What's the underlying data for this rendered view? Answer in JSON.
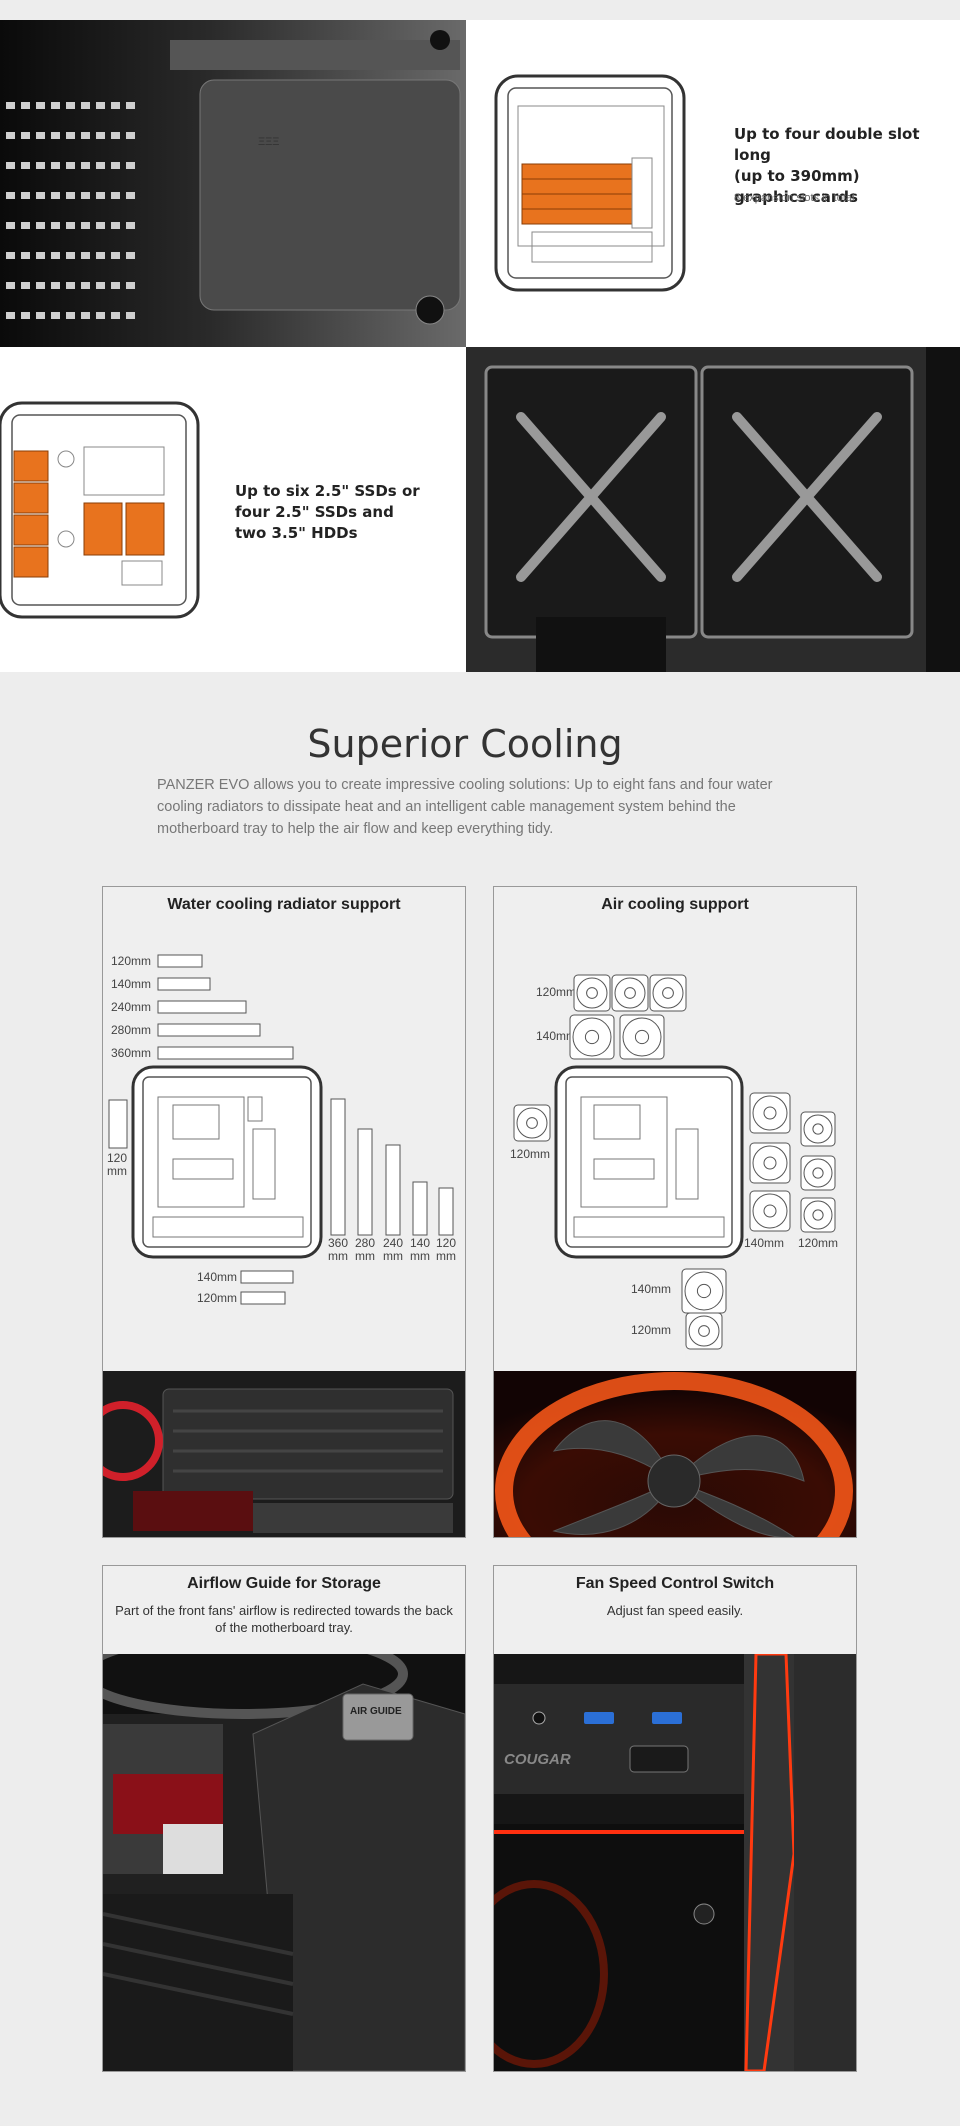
{
  "features": {
    "gpu": {
      "title_lines": [
        "Up to four double slot long",
        "(up to 390mm)",
        "graphics cards"
      ],
      "subtitle": "8 expansion slots in total"
    },
    "storage": {
      "title_lines": [
        "Up to six 2.5\" SSDs or",
        "four 2.5\" SSDs and",
        "two 3.5\" HDDs"
      ]
    }
  },
  "cooling": {
    "title": "Superior Cooling",
    "description": "PANZER EVO allows you to create impressive cooling solutions: Up to eight fans and four water cooling radiators to dissipate heat and an intelligent cable management system behind the motherboard tray to help the air flow and keep everything tidy."
  },
  "water": {
    "title": "Water cooling radiator support",
    "top_labels": [
      "120mm",
      "140mm",
      "240mm",
      "280mm",
      "360mm"
    ],
    "side_label_lines": [
      "120",
      "mm"
    ],
    "vertical_labels": [
      [
        "360",
        "mm"
      ],
      [
        "280",
        "mm"
      ],
      [
        "240",
        "mm"
      ],
      [
        "140",
        "mm"
      ],
      [
        "120",
        "mm"
      ]
    ],
    "bottom_labels": [
      "140mm",
      "120mm"
    ]
  },
  "air": {
    "title": "Air cooling support",
    "top_labels": [
      "120mm",
      "140mm"
    ],
    "side_label": "120mm",
    "right_labels": [
      "140mm",
      "120mm"
    ],
    "bottom_labels": [
      "140mm",
      "120mm"
    ]
  },
  "airflow": {
    "title": "Airflow Guide for Storage",
    "text": "Part of the front fans' airflow is redirected towards the back of the motherboard tray.",
    "photo_labels": [
      "AIR GUIDE"
    ]
  },
  "fanswitch": {
    "title": "Fan Speed Control Switch",
    "text": "Adjust fan speed easily.",
    "photo_labels": [
      "COUGAR"
    ]
  },
  "colors": {
    "accent_orange": "#e8731e",
    "background": "#ededed",
    "card_border": "#999999"
  }
}
